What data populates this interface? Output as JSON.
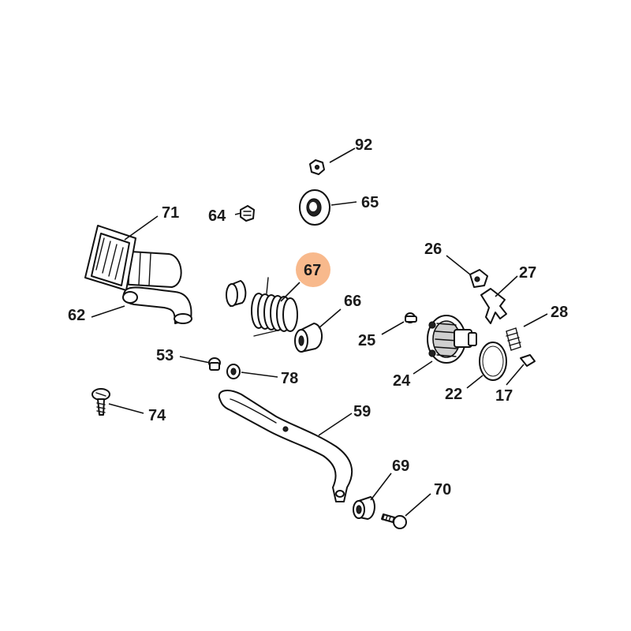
{
  "highlight_color": "#f8b98c",
  "callouts": [
    {
      "id": "92",
      "label": "92"
    },
    {
      "id": "64",
      "label": "64"
    },
    {
      "id": "65",
      "label": "65"
    },
    {
      "id": "71",
      "label": "71"
    },
    {
      "id": "67",
      "label": "67",
      "highlighted": true
    },
    {
      "id": "26",
      "label": "26"
    },
    {
      "id": "27",
      "label": "27"
    },
    {
      "id": "66",
      "label": "66"
    },
    {
      "id": "62",
      "label": "62"
    },
    {
      "id": "28",
      "label": "28"
    },
    {
      "id": "25",
      "label": "25"
    },
    {
      "id": "53",
      "label": "53"
    },
    {
      "id": "78",
      "label": "78"
    },
    {
      "id": "24",
      "label": "24"
    },
    {
      "id": "22",
      "label": "22"
    },
    {
      "id": "17",
      "label": "17"
    },
    {
      "id": "74",
      "label": "74"
    },
    {
      "id": "59",
      "label": "59"
    },
    {
      "id": "69",
      "label": "69"
    },
    {
      "id": "70",
      "label": "70"
    }
  ],
  "icons": {
    "part-92": "nut-icon",
    "part-64": "clip-icon",
    "part-65": "washer-icon",
    "part-71": "air-intake-icon",
    "part-62": "elbow-hose-icon",
    "part-67": "torsion-spring-icon",
    "part-66": "bushing-icon",
    "part-24": "pulley-drum-icon",
    "part-22": "o-ring-icon",
    "part-59": "lever-arm-icon"
  }
}
